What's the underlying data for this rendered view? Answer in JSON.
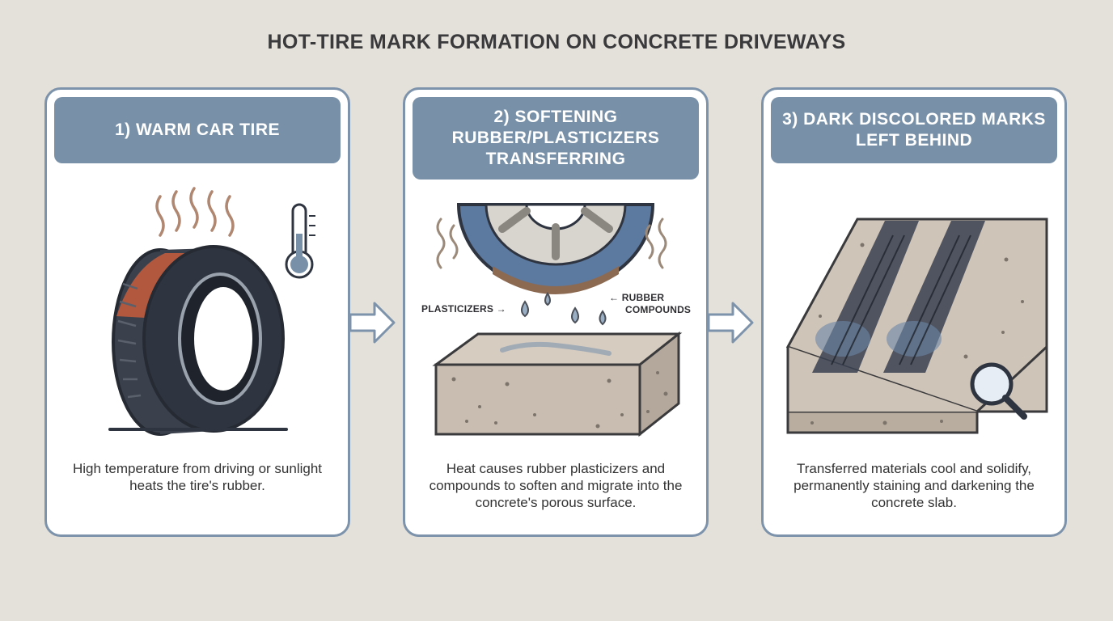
{
  "title": "HOT-TIRE MARK FORMATION ON CONCRETE DRIVEWAYS",
  "steps": [
    {
      "heading": "1) WARM CAR TIRE",
      "caption": "High temperature from driving or sunlight heats the tire's rubber.",
      "icon": "tire-with-heat-waves-and-thermometer"
    },
    {
      "heading": "2) SOFTENING RUBBER/PLASTICIZERS TRANSFERRING",
      "caption": "Heat causes rubber plasticizers and compounds to soften and migrate into the concrete's porous surface.",
      "icon": "tire-dripping-onto-concrete-block",
      "labels": {
        "left": "PLASTICIZERS →",
        "right_line1": "← RUBBER",
        "right_line2": "COMPOUNDS"
      }
    },
    {
      "heading": "3) DARK DISCOLORED MARKS LEFT BEHIND",
      "caption": "Transferred materials cool and solidify, permanently staining and darkening the concrete slab.",
      "icon": "stained-concrete-slab-with-magnifier"
    }
  ],
  "colors": {
    "background": "#e4e0da",
    "panel_border": "#7d93ab",
    "banner": "#7891a8",
    "tire": "#2f3540",
    "heat": "#d9603a",
    "concrete": "#c8bdb0"
  }
}
